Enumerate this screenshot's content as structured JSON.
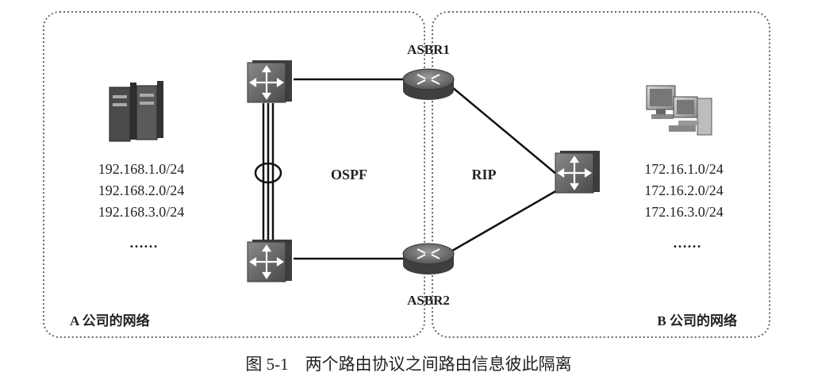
{
  "company_a": {
    "label": "A 公司的网络",
    "networks": [
      "192.168.1.0/24",
      "192.168.2.0/24",
      "192.168.3.0/24"
    ],
    "ellipsis": "……"
  },
  "company_b": {
    "label": "B 公司的网络",
    "networks": [
      "172.16.1.0/24",
      "172.16.2.0/24",
      "172.16.3.0/24"
    ],
    "ellipsis": "……"
  },
  "protocols": {
    "left": "OSPF",
    "right": "RIP"
  },
  "routers": {
    "asbr1": "ASBR1",
    "asbr2": "ASBR2"
  },
  "caption": "图 5-1　两个路由协议之间路由信息彼此隔离"
}
